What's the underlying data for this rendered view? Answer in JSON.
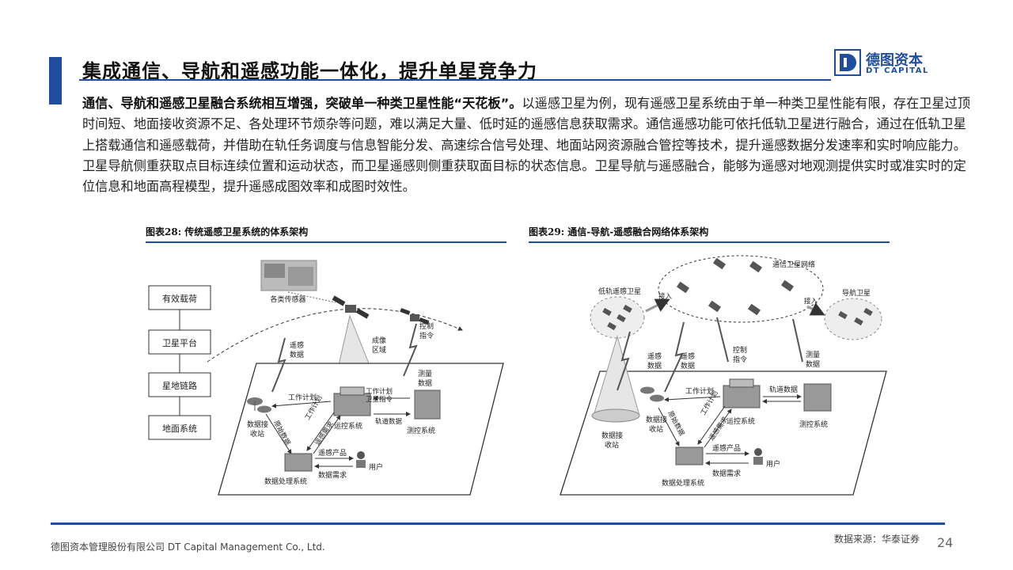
{
  "header": {
    "title": "集成通信、导航和遥感功能一体化，提升单星竞争力",
    "logo_cn": "德图资本",
    "logo_en": "DT CAPITAL"
  },
  "body": {
    "bold_lead": "通信、导航和遥感卫星融合系统相互增强，突破单一种类卫星性能“天花板”。",
    "text": "以遥感卫星为例，现有遥感卫星系统由于单一种类卫星性能有限，存在卫星过顶时间短、地面接收资源不足、各处理环节烦杂等问题，难以满足大量、低时延的遥感信息获取需求。通信遥感功能可依托低轨卫星进行融合，通过在低轨卫星上搭载通信和遥感载荷，并借助在轨任务调度与信息智能分发、高速综合信号处理、地面站网资源融合管控等技术，提升遥感数据分发速率和实时响应能力。卫星导航侧重获取点目标连续位置和运动状态，而卫星遥感则侧重获取面目标的状态信息。卫星导航与遥感融合，能够为遥感对地观测提供实时或准实时的定位信息和地面高程模型，提升遥感成图效率和成图时效性。"
  },
  "figure28": {
    "caption": "图表28:  传统遥感卫星系统的体系架构",
    "layers": [
      "有效载荷",
      "卫星平台",
      "星地链路",
      "地面系统"
    ],
    "sensors": "各类传感器",
    "rs_data": [
      "遥感",
      "数据"
    ],
    "imaging": [
      "成像",
      "区域"
    ],
    "control": [
      "控制",
      "指令"
    ],
    "measure": [
      "测量",
      "数据"
    ],
    "work_plan": "工作计划",
    "plan_cmd": [
      "工作计划",
      "卫星指令"
    ],
    "orbit_data": "轨道数据",
    "receiving": [
      "数据接",
      "收站"
    ],
    "ops": "运控系统",
    "tt": "测控系统",
    "raw": "原始数据",
    "plan_v": "工作计划",
    "demand_v": "遥感需求",
    "product": "遥感产品",
    "data_demand": "数据需求",
    "user": "用户",
    "processing": "数据处理系统"
  },
  "figure29": {
    "caption": "图表29:  通信-导航-遥感融合网络体系架构",
    "comm_net": "通信卫星网络",
    "leo_rs": "低轨遥感卫星",
    "nav": "导航卫星",
    "access": "接入",
    "rs_data": [
      "遥感",
      "数据"
    ],
    "control": [
      "控制",
      "指令"
    ],
    "measure": [
      "测量",
      "数据"
    ],
    "work_plan": "工作计划",
    "orbit_data": "轨道数据",
    "receiving": [
      "数据接",
      "收站"
    ],
    "ops": "运控系统",
    "tt": "测控系统",
    "raw": "原始数据",
    "plan_v": "工作计划",
    "demand_v": "遥感需求",
    "product": "遥感产品",
    "data_demand": "数据需求",
    "user": "用户",
    "processing": "数据处理系统"
  },
  "footer": {
    "company": "德图资本管理股份有限公司  DT Capital  Management  Co., Ltd.",
    "source": "数据来源：华泰证券",
    "page": "24"
  },
  "colors": {
    "accent": "#1f4e9e"
  }
}
